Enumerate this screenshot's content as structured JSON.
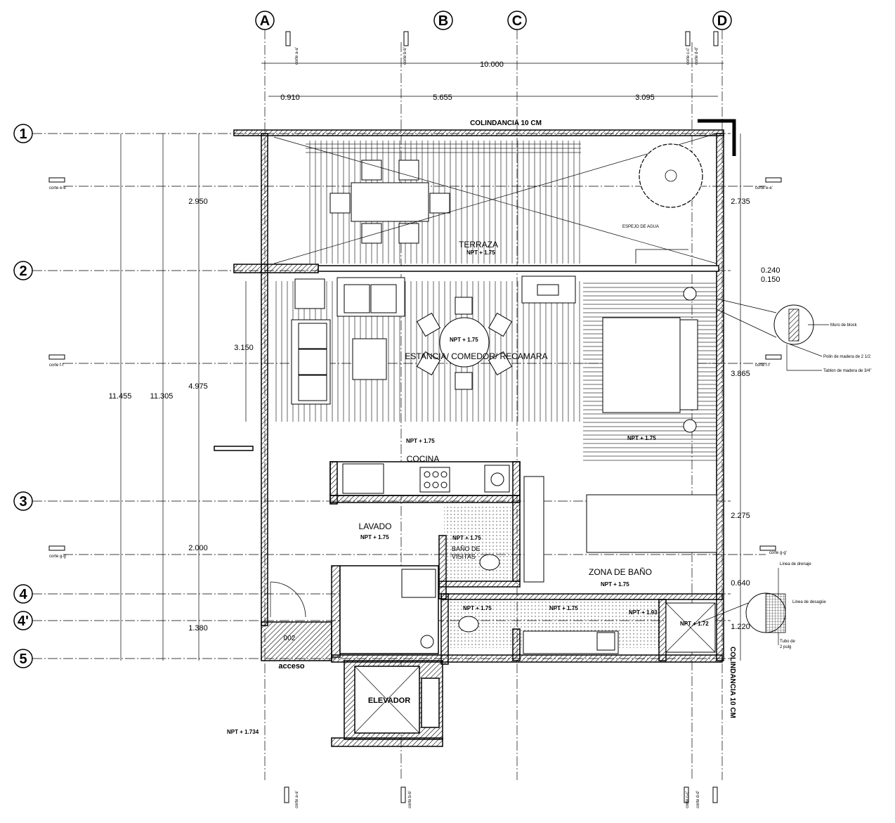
{
  "axes": {
    "columns": [
      "A",
      "B",
      "C",
      "D"
    ],
    "rows": [
      "1",
      "2",
      "3",
      "4",
      "4'",
      "5"
    ]
  },
  "boundaries": {
    "top": "COLINDANCIA 10 CM",
    "right": "COLINDANCIA 10 CM"
  },
  "dimensions": {
    "overall_width": "10.000",
    "segments": [
      "0.910",
      "5.655",
      "3.095"
    ],
    "left_total_1": "11.455",
    "left_total_2": "11.305",
    "left_a": "2.950",
    "left_b": "4.975",
    "left_c": "2.000",
    "left_d": "1.380",
    "left_inner": "3.150",
    "right_a": "2.735",
    "right_b": "0.240",
    "right_c": "0.150",
    "right_d": "3.865",
    "right_e": "2.275",
    "right_f": "0.640",
    "right_g": "1.220"
  },
  "sections": {
    "a": "corte a-a'",
    "b": "corte b-b'",
    "c": "corte c-c'",
    "d": "corte d-d'",
    "e": "corte e-e'",
    "f": "corte f-f'",
    "g": "corte g-g'"
  },
  "rooms": {
    "terraza": "TERRAZA",
    "estancia": "ESTANCIA/ COMEDOR/ RECAMARA",
    "cocina": "COCINA",
    "lavado": "LAVADO",
    "bano_visitas_1": "BAÑO DE",
    "bano_visitas_2": "VISITAS",
    "zona_bano": "ZONA DE BAÑO",
    "elevador": "ELEVADOR",
    "acceso": "acceso",
    "door_no": "002",
    "espejo": "ESPEJO DE AGUA"
  },
  "levels": {
    "npt_175": "NPT + 1.75",
    "npt_193": "NPT + 1.93",
    "npt_172": "NPT + 1.72",
    "npt_1734": "NPT + 1.734"
  },
  "notes": {
    "muro": "Muro de block",
    "polin": "Polin de madera de 2 1/2",
    "tablon": "Tablon de madera de 3/4\"",
    "linea_a": "Linea de drenaje",
    "linea_b": "Linea de desagüe",
    "tubo": "Tubo de",
    "tubo_b": "2 pulg"
  }
}
